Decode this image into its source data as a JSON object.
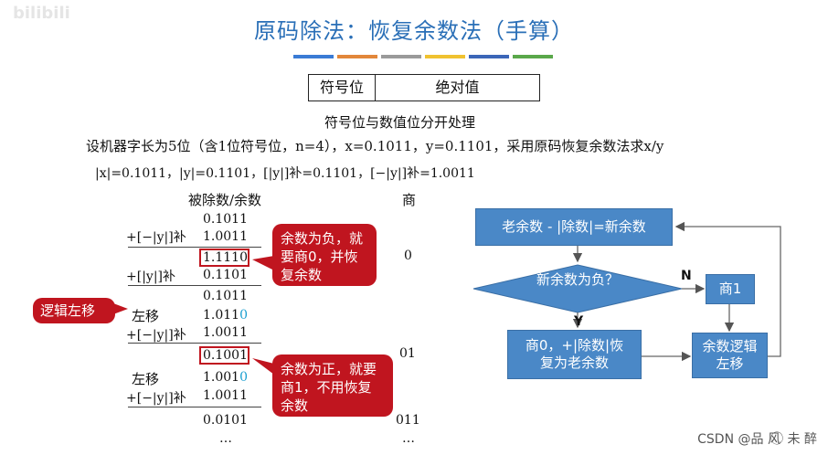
{
  "watermark": "bilibili",
  "title": "原码除法：恢复余数法（手算）",
  "color_bars": [
    "#3a7bd5",
    "#e2873a",
    "#9a9a9a",
    "#f0c230",
    "#3b66b8",
    "#5aa84a"
  ],
  "sign_table": {
    "sign": "符号位",
    "abs": "绝对值"
  },
  "subtitle": "符号位与数值位分开处理",
  "problem": "设机器字长为5位（含1位符号位，n=4），x=0.1011，y=0.1101，采用原码恢复余数法求x/y",
  "values_line": "|x|=0.1011，|y|=0.1101，[|y|]补=0.1101，[−|y|]补=1.0011",
  "table": {
    "col_dividend": "被除数/余数",
    "col_quotient": "商",
    "rows": [
      {
        "op": "",
        "val": "0.1011"
      },
      {
        "op": "+[−|y|]补",
        "val": "1.0011"
      },
      {
        "op": "",
        "val": "1.1110"
      },
      {
        "op": "+[|y|]补",
        "val": "0.1101"
      },
      {
        "op": "",
        "val": "0.1011"
      },
      {
        "op": "左移",
        "val_main": "1.011",
        "val_hl": "0"
      },
      {
        "op": "+[−|y|]补",
        "val": "1.0011"
      },
      {
        "op": "",
        "val": "0.1001"
      },
      {
        "op": "左移",
        "val_main": "1.001",
        "val_hl": "0"
      },
      {
        "op": "+[−|y|]补",
        "val": "1.0011"
      },
      {
        "op": "",
        "val": "0.0101"
      },
      {
        "op": "",
        "val": "…"
      }
    ],
    "quotients": [
      "0",
      "01",
      "011",
      "…"
    ]
  },
  "callouts": {
    "negative": "余数为负，就要商0，并恢复余数",
    "positive": "余数为正，就要商1，不用恢复余数",
    "shift": "逻辑左移"
  },
  "flowchart": {
    "start": "老余数 - |除数|=新余数",
    "decision": "新余数为负？",
    "yes_label": "Y",
    "no_label": "N",
    "quotient1": "商1",
    "quotient0": "商0，+|除数|恢复为老余数",
    "shift": "余数逻辑左移"
  },
  "credit": "CSDN @品 风 ⃝ 未 醉"
}
